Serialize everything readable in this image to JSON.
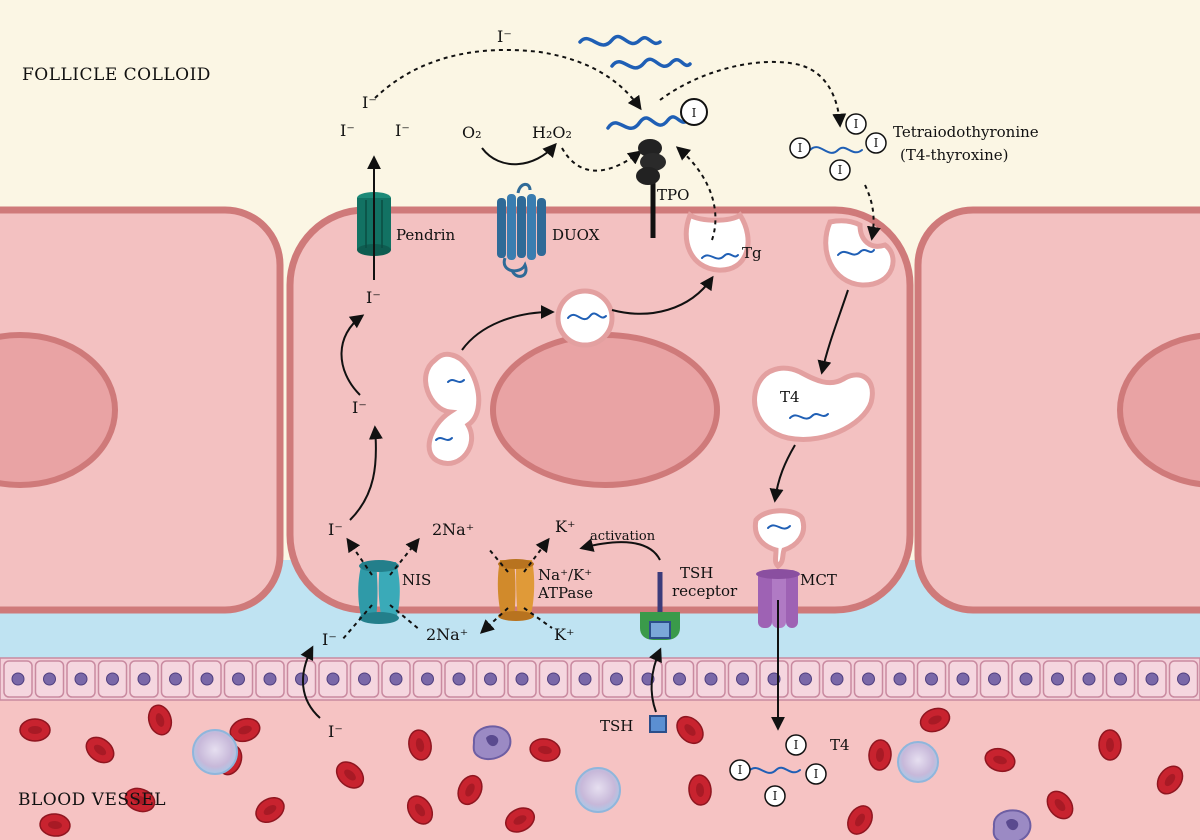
{
  "regions": {
    "colloid": "FOLLICLE COLLOID",
    "blood": "BLOOD VESSEL"
  },
  "labels": {
    "pendrin": "Pendrin",
    "duox": "DUOX",
    "tpo": "TPO",
    "tg": "Tg",
    "nis": "NIS",
    "atpase_line1": "Na⁺/K⁺",
    "atpase_line2": "ATPase",
    "tsh_receptor_line1": "TSH",
    "tsh_receptor_line2": "receptor",
    "activation": "activation",
    "mct": "MCT",
    "tsh": "TSH",
    "t4_vesicle": "T4",
    "t4_blood": "T4",
    "tetra_line1": "Tetraiodothyronine",
    "tetra_line2": "(T4-thyroxine)"
  },
  "ions": {
    "iodide": "I⁻",
    "o2": "O₂",
    "h2o2": "H₂O₂",
    "two_na": "2Na⁺",
    "k": "K⁺",
    "iodine_atom": "I"
  },
  "colors": {
    "colloid": "#fbf6e4",
    "cell": "#f3c1c1",
    "cell_border": "#cf7a7a",
    "nucleus": "#e9a3a4",
    "interstitial": "#bfe3f2",
    "blood": "#f6c3c3",
    "chain": "#1f5fb5",
    "pendrin": "#127263",
    "duox": "#2f6a97",
    "nis": "#2f9aa8",
    "atpase": "#d18a2b",
    "tsh_receptor": "#3a9a4a",
    "mct": "#9e62b4",
    "rbc": "#c8232f"
  }
}
